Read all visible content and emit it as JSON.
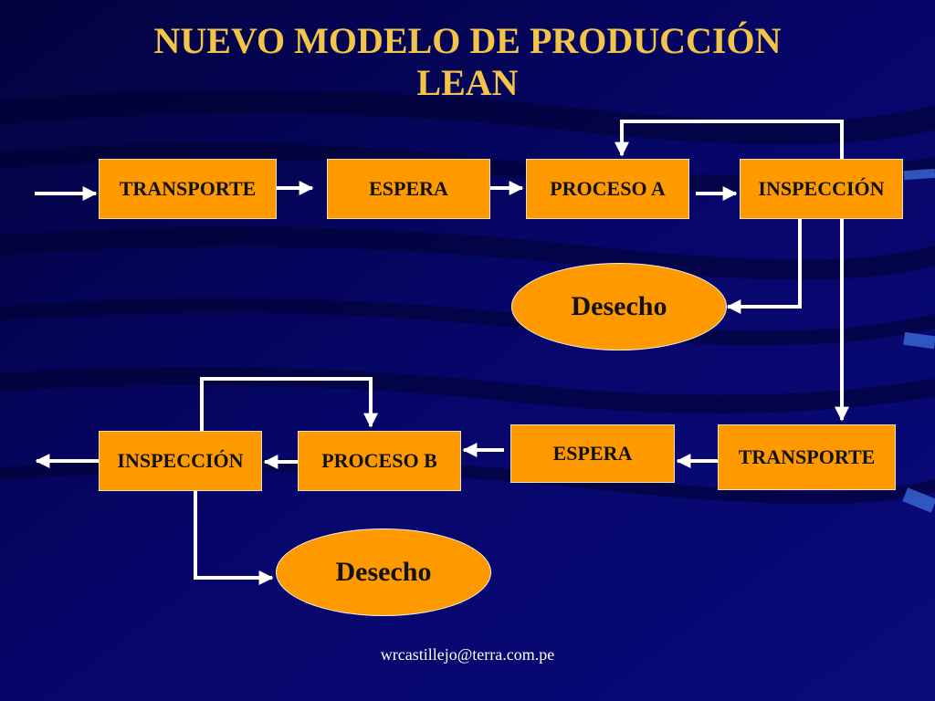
{
  "slide": {
    "title_line1": "NUEVO MODELO DE PRODUCCIÓN",
    "title_line2": "LEAN",
    "footer_email": "wrcastillejo@terra.com.pe"
  },
  "flow_row1": {
    "transporte": "TRANSPORTE",
    "espera": "ESPERA",
    "proceso_a": "PROCESO A",
    "inspeccion": "INSPECCIÓN",
    "desecho": "Desecho"
  },
  "flow_row2": {
    "transporte": "TRANSPORTE",
    "espera": "ESPERA",
    "proceso_b": "PROCESO B",
    "inspeccion": "INSPECCIÓN",
    "desecho": "Desecho"
  },
  "colors": {
    "background": "#05055e",
    "box_fill": "#ff9900",
    "title": "#f2c44a",
    "arrows": "#ffffff"
  }
}
